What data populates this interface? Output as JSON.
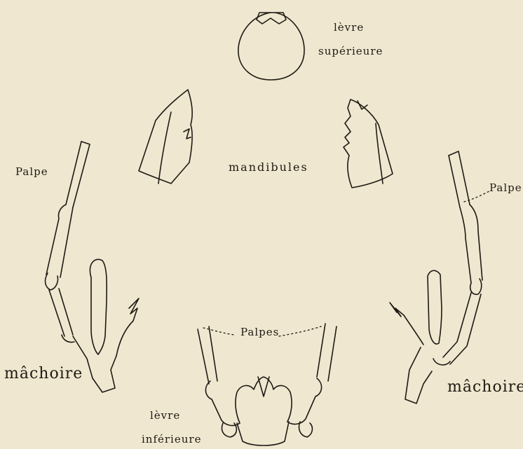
{
  "figure": {
    "paper_color": "#efe7cf",
    "ink_color": "#1f1a14",
    "labels": {
      "levre_superieure_1": "lèvre",
      "levre_superieure_2": "supérieure",
      "mandibules": "mandibules",
      "palpe_left": "Palpe",
      "palpe_right": "Palpe",
      "machoire_left": "mâchoire",
      "machoire_right": "mâchoire",
      "palpes": "Palpes",
      "levre_inferieure_1": "lèvre",
      "levre_inferieure_2": "inférieure"
    }
  }
}
